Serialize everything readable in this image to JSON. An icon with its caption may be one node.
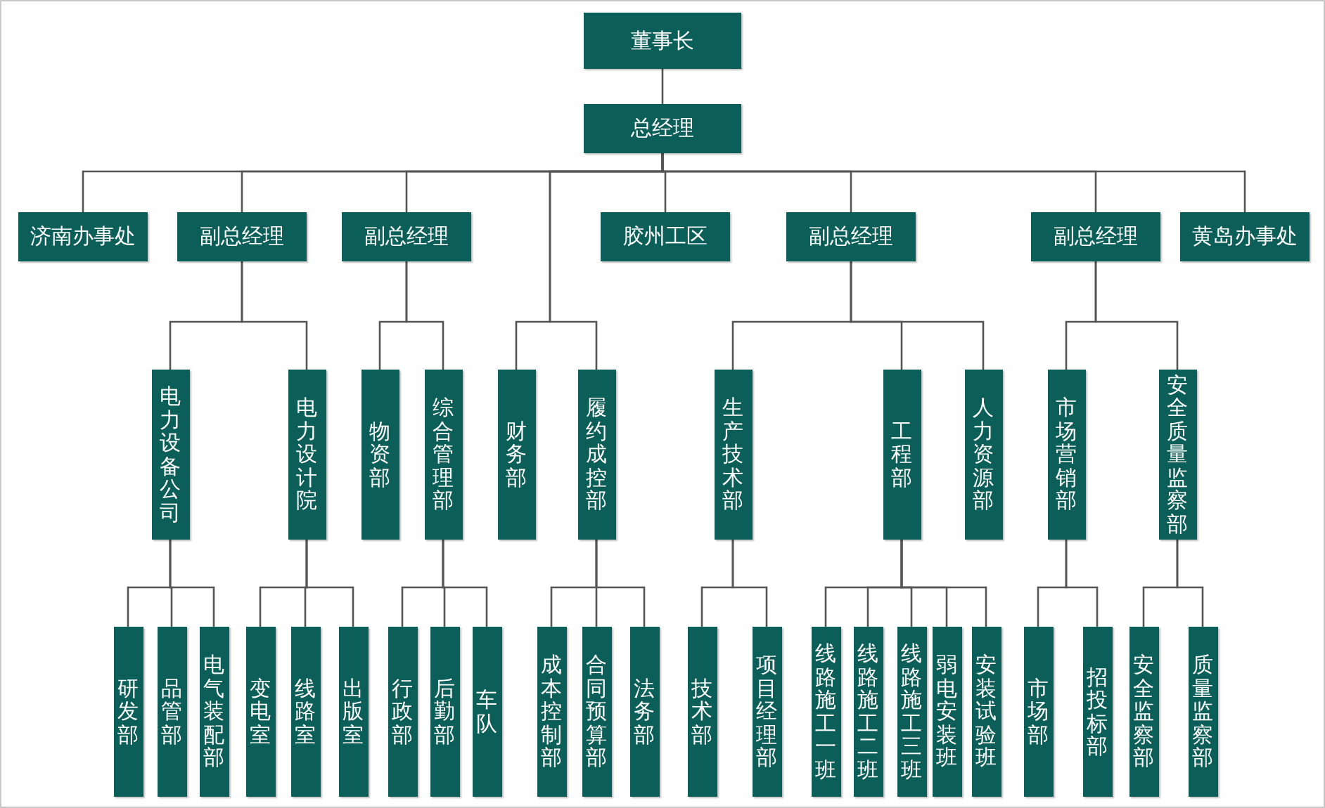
{
  "diagram": {
    "nodes": [
      {
        "text": [
          "董事长"
        ]
      },
      {
        "text": [
          "总经理"
        ]
      },
      {
        "text": [
          "济南办事处"
        ]
      },
      {
        "text": [
          "副总经理"
        ]
      },
      {
        "text": [
          "副总经理"
        ]
      },
      {
        "text": [
          "胶州工区"
        ]
      },
      {
        "text": [
          "副总经理"
        ]
      },
      {
        "text": [
          "副总经理"
        ]
      },
      {
        "text": [
          "黄岛办事处"
        ]
      },
      {
        "text": [
          "电力设备公司"
        ]
      },
      {
        "text": [
          "电力设计院"
        ]
      },
      {
        "text": [
          "物资部"
        ]
      },
      {
        "text": [
          "综合管理部"
        ]
      },
      {
        "text": [
          "财务部"
        ]
      },
      {
        "text": [
          "履约成控部"
        ]
      },
      {
        "text": [
          "生产技术部"
        ]
      },
      {
        "text": [
          "工程部"
        ]
      },
      {
        "text": [
          "人力资源部"
        ]
      },
      {
        "text": [
          "市场营销部"
        ]
      },
      {
        "text": [
          "安全质量监察部"
        ]
      },
      {
        "text": [
          "研发部"
        ]
      },
      {
        "text": [
          "品管部"
        ]
      },
      {
        "text": [
          "电气装配部"
        ]
      },
      {
        "text": [
          "变电室"
        ]
      },
      {
        "text": [
          "线路室"
        ]
      },
      {
        "text": [
          "出版室"
        ]
      },
      {
        "text": [
          "行政部"
        ]
      },
      {
        "text": [
          "后勤部"
        ]
      },
      {
        "text": [
          "车队"
        ]
      },
      {
        "text": [
          "成本控制部"
        ]
      },
      {
        "text": [
          "合同预算部"
        ]
      },
      {
        "text": [
          "法务部"
        ]
      },
      {
        "text": [
          "技术部"
        ]
      },
      {
        "text": [
          "项目经理部"
        ]
      },
      {
        "text": [
          "线路施工一班"
        ]
      },
      {
        "text": [
          "线路施工二班"
        ]
      },
      {
        "text": [
          "线路施工三班"
        ]
      },
      {
        "text": [
          "弱电安装班"
        ]
      },
      {
        "text": [
          "安装试验班"
        ]
      },
      {
        "text": [
          "市场部"
        ]
      },
      {
        "text": [
          "招投标部"
        ]
      },
      {
        "text": [
          "安全监察部"
        ]
      },
      {
        "text": [
          "质量监察部"
        ]
      }
    ],
    "edges": [
      {
        "from": 0,
        "to": 1,
        "arrow": "none"
      },
      {
        "from": 1,
        "to": 2,
        "arrow": "none"
      },
      {
        "from": 1,
        "to": 3,
        "arrow": "none"
      },
      {
        "from": 1,
        "to": 4,
        "arrow": "none"
      },
      {
        "from": 1,
        "to": 5,
        "arrow": "none"
      },
      {
        "from": 1,
        "to": 6,
        "arrow": "none"
      },
      {
        "from": 1,
        "to": 7,
        "arrow": "none"
      },
      {
        "from": 1,
        "to": 8,
        "arrow": "none"
      },
      {
        "from": 1,
        "to": 13,
        "arrow": "none"
      },
      {
        "from": 1,
        "to": 14,
        "arrow": "none"
      },
      {
        "from": 3,
        "to": 9,
        "arrow": "none"
      },
      {
        "from": 3,
        "to": 10,
        "arrow": "none"
      },
      {
        "from": 4,
        "to": 11,
        "arrow": "none"
      },
      {
        "from": 4,
        "to": 12,
        "arrow": "none"
      },
      {
        "from": 6,
        "to": 15,
        "arrow": "none"
      },
      {
        "from": 6,
        "to": 16,
        "arrow": "none"
      },
      {
        "from": 6,
        "to": 17,
        "arrow": "none"
      },
      {
        "from": 7,
        "to": 18,
        "arrow": "none"
      },
      {
        "from": 7,
        "to": 19,
        "arrow": "none"
      },
      {
        "from": 9,
        "to": 20,
        "arrow": "none"
      },
      {
        "from": 9,
        "to": 21,
        "arrow": "none"
      },
      {
        "from": 9,
        "to": 22,
        "arrow": "none"
      },
      {
        "from": 10,
        "to": 23,
        "arrow": "none"
      },
      {
        "from": 10,
        "to": 24,
        "arrow": "none"
      },
      {
        "from": 10,
        "to": 25,
        "arrow": "none"
      },
      {
        "from": 12,
        "to": 26,
        "arrow": "none"
      },
      {
        "from": 12,
        "to": 27,
        "arrow": "none"
      },
      {
        "from": 12,
        "to": 28,
        "arrow": "none"
      },
      {
        "from": 14,
        "to": 29,
        "arrow": "none"
      },
      {
        "from": 14,
        "to": 30,
        "arrow": "none"
      },
      {
        "from": 14,
        "to": 31,
        "arrow": "none"
      },
      {
        "from": 15,
        "to": 32,
        "arrow": "none"
      },
      {
        "from": 15,
        "to": 33,
        "arrow": "none"
      },
      {
        "from": 16,
        "to": 34,
        "arrow": "none"
      },
      {
        "from": 16,
        "to": 35,
        "arrow": "none"
      },
      {
        "from": 16,
        "to": 36,
        "arrow": "none"
      },
      {
        "from": 16,
        "to": 37,
        "arrow": "none"
      },
      {
        "from": 16,
        "to": 38,
        "arrow": "none"
      },
      {
        "from": 18,
        "to": 39,
        "arrow": "none"
      },
      {
        "from": 18,
        "to": 40,
        "arrow": "none"
      },
      {
        "from": 19,
        "to": 41,
        "arrow": "none"
      },
      {
        "from": 19,
        "to": 42,
        "arrow": "none"
      }
    ]
  }
}
